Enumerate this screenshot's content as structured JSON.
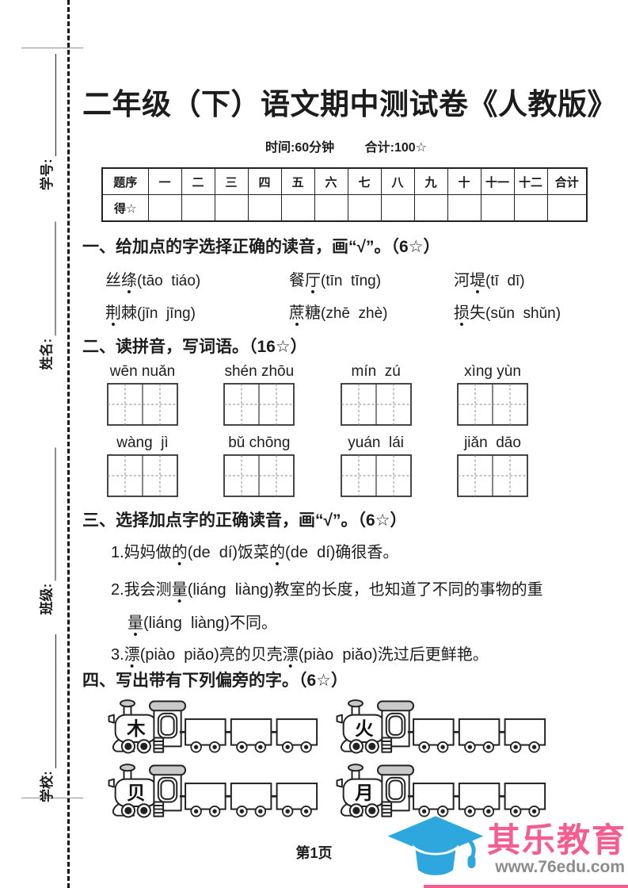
{
  "page": {
    "title": "二年级（下）语文期中测试卷《人教版》",
    "time_label": "时间:60分钟",
    "total_label": "合计:100☆",
    "page_number": "第1页"
  },
  "margin_fields": [
    {
      "label": "学号:"
    },
    {
      "label": "姓名:"
    },
    {
      "label": "班级:"
    },
    {
      "label": "学校:"
    }
  ],
  "score_table": {
    "header_label": "题序",
    "columns": [
      "一",
      "二",
      "三",
      "四",
      "五",
      "六",
      "七",
      "八",
      "九",
      "十",
      "十一",
      "十二",
      "合计"
    ],
    "score_label": "得☆"
  },
  "section1": {
    "heading": "一、给加点的字选择正确的读音，画“√”。（6☆）",
    "items": [
      {
        "chars": "丝绦",
        "dot_index": 1,
        "pinyin": "(tāo  tiáo)"
      },
      {
        "chars": "餐厅",
        "dot_index": 1,
        "pinyin": "(tīn  tīng)"
      },
      {
        "chars": "河堤",
        "dot_index": 1,
        "pinyin": "(tī  dī)"
      },
      {
        "chars": "荆棘",
        "dot_index": 0,
        "pinyin": "(jīn  jīng)"
      },
      {
        "chars": "蔗糖",
        "dot_index": 0,
        "pinyin": "(zhē  zhè)"
      },
      {
        "chars": "损失",
        "dot_index": 0,
        "pinyin": "(sǔn  shǔn)"
      }
    ]
  },
  "section2": {
    "heading": "二、读拼音，写词语。（16☆）",
    "groups": [
      {
        "pinyin": "wēn nuǎn"
      },
      {
        "pinyin": "shén zhōu"
      },
      {
        "pinyin": "mín  zú"
      },
      {
        "pinyin": "xìng yùn"
      },
      {
        "pinyin": "wàng  jì"
      },
      {
        "pinyin": "bǔ chōng"
      },
      {
        "pinyin": "yuán  lái"
      },
      {
        "pinyin": "jiǎn  dāo"
      }
    ]
  },
  "section3": {
    "heading": "三、选择加点字的正确读音，画“√”。（6☆）",
    "lines": [
      {
        "segments": [
          {
            "t": "1.妈妈做"
          },
          {
            "t": "的",
            "dot": true
          },
          {
            "t": "(de  dí)饭菜"
          },
          {
            "t": "的",
            "dot": true
          },
          {
            "t": "(de  dí)确很香。"
          }
        ]
      },
      {
        "segments": [
          {
            "t": "2.我会测"
          },
          {
            "t": "量",
            "dot": true
          },
          {
            "t": "(liáng  liàng)教室的长度，也知道了不同的事物的重"
          }
        ]
      },
      {
        "segments": [
          {
            "t": "量",
            "dot": true
          },
          {
            "t": "(liáng  liàng)不同。"
          }
        ]
      },
      {
        "segments": [
          {
            "t": "3."
          },
          {
            "t": "漂",
            "dot": true
          },
          {
            "t": "(piào  piǎo)亮的贝壳"
          },
          {
            "t": "漂",
            "dot": true
          },
          {
            "t": "(piào  piǎo)洗过后更鲜艳。"
          }
        ]
      }
    ]
  },
  "section4": {
    "heading": "四、写出带有下列偏旁的字。（6☆）",
    "radicals": [
      "木",
      "火",
      "贝",
      "月"
    ],
    "cars_per_train": 3
  },
  "logo": {
    "brand": "其乐教育",
    "website": "www.76edu.com",
    "cap_color": "#2ea7df",
    "brand_color": "#f75c8f",
    "website_color": "#8c8c8c"
  }
}
